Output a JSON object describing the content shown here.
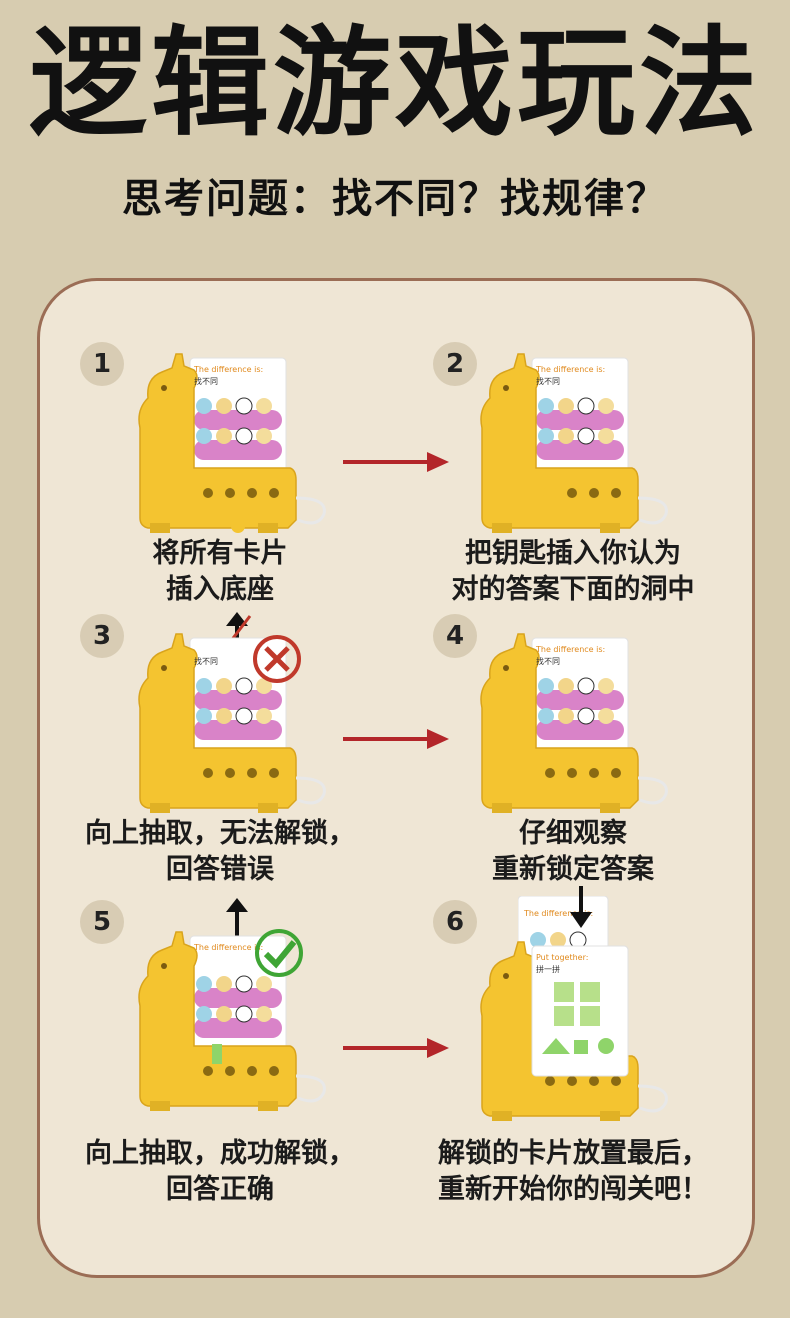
{
  "header": {
    "title": "逻辑游戏玩法",
    "subtitle": "思考问题：找不同？找规律？"
  },
  "card": {
    "heading": "The difference is:",
    "sub": "找不同",
    "heading_b": "Put together:",
    "sub_b": "拼一拼"
  },
  "steps": [
    {
      "num": "1",
      "line1": "将所有卡片",
      "line2": "插入底座"
    },
    {
      "num": "2",
      "line1": "把钥匙插入你认为",
      "line2": "对的答案下面的洞中"
    },
    {
      "num": "3",
      "line1": "向上抽取，无法解锁，",
      "line2": "回答错误"
    },
    {
      "num": "4",
      "line1": "仔细观察",
      "line2": "重新锁定答案"
    },
    {
      "num": "5",
      "line1": "向上抽取，成功解锁，",
      "line2": "回答正确"
    },
    {
      "num": "6",
      "line1": "解锁的卡片放置最后，",
      "line2": "重新开始你的闯关吧！"
    }
  ],
  "colors": {
    "background": "#d7ccb0",
    "panel": "#efe6d5",
    "border": "#9b6d55",
    "giraffe": "#f4c430",
    "arrow": "#b3262a",
    "wrong": "#c0392b",
    "right": "#3fa535"
  }
}
